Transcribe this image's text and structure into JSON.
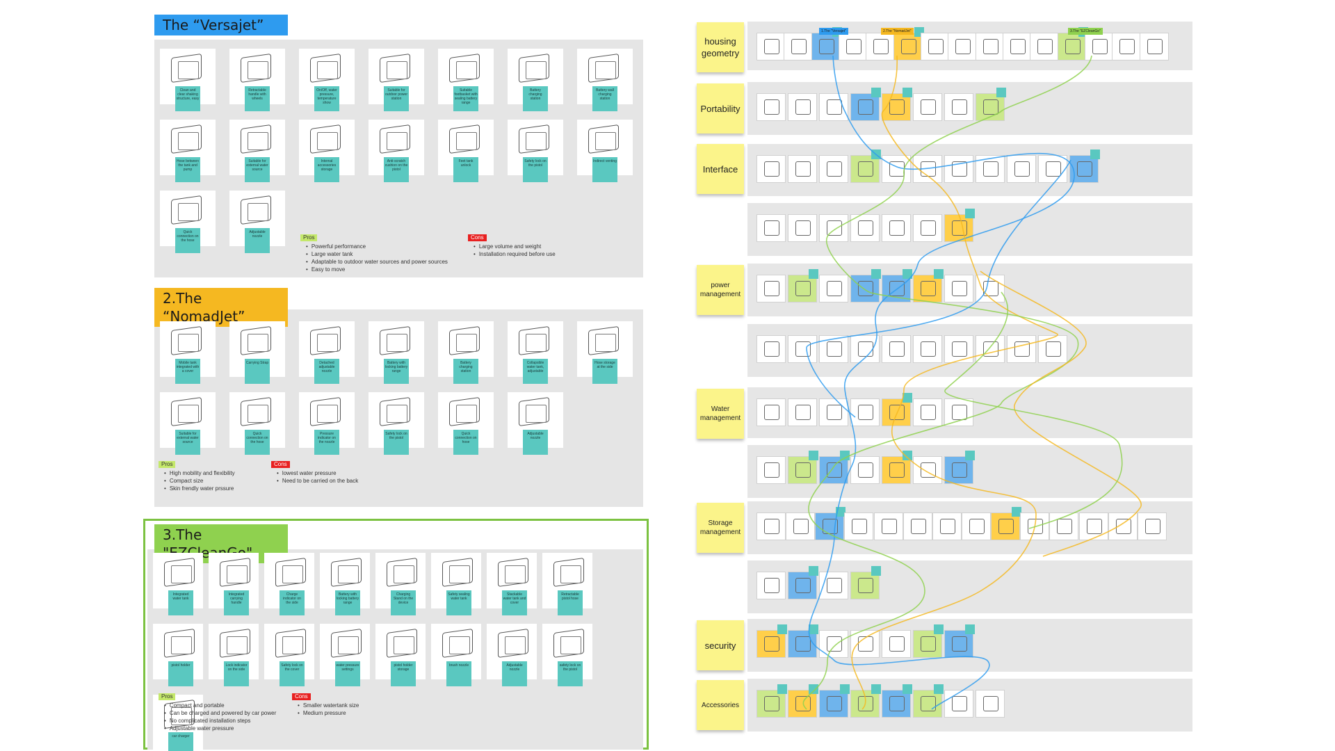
{
  "concepts": [
    {
      "title": "The “Versajet”",
      "color": "#2e9bef",
      "notes": [
        "Clean and clear shaking structure, easy",
        "Retractable handle with wheels",
        "On/Off, water pressure, temperature show",
        "Suitable for outdoor power station",
        "Suitable footbasket with sealing battery range",
        "Battery charging station",
        "Battery wall charging station",
        "Hose between the tank and pump",
        "Suitable for external water source",
        "Internal accessories storage",
        "Anti-scratch cushion on the pistol",
        "Feet tank unlock",
        "Safety lock on the pistol",
        "Indirect venting",
        "Quick connection on the hose",
        "Adjustable nozzle"
      ],
      "pros_label": "Pros",
      "cons_label": "Cons",
      "pros": [
        "Powerful performance",
        "Large water tank",
        "Adaptable to outdoor water sources and power sources",
        "Easy to move"
      ],
      "cons": [
        "Large volume and weight",
        "Installation required before use"
      ]
    },
    {
      "title": "2.The “NomadJet”",
      "color": "#f5b821",
      "notes": [
        "Mobile tank integrated with a cover",
        "Carrying Strap",
        "Detached adjustable nozzle",
        "Battery with locking battery range",
        "Battery charging station",
        "Collapsible water tank, adjustable",
        "Hose storage at the side",
        "Suitable for external water source",
        "Quick connection on the hose",
        "Pressure indicator on the nozzle",
        "Safety lock on the pistol",
        "Quick connection on hose",
        "Adjustable nozzle"
      ],
      "pros_label": "Pros",
      "cons_label": "Cons",
      "pros": [
        "High mobility and flexibility",
        "Compact size",
        "Skin frendly water prssure"
      ],
      "cons": [
        "lowest water pressure",
        "Need to be carried on the back"
      ]
    },
    {
      "title": "3.The \"EZCleanGo\"",
      "color": "#8fd14f",
      "notes": [
        "Integrated water tank",
        "Integrated carrying handle",
        "Charge indicator on the side",
        "Battery with locking battery range",
        "Charging Stand on the device",
        "Safety sealing water tank",
        "Stackable water tank and cover",
        "Retractable pistol hose",
        "pistol holder",
        "Lock indicator on the side",
        "Safety lock on the cover",
        "water pressure settings",
        "pistol holder storage",
        "brush nozzle",
        "Adjustable nozzle",
        "safety lock on the pistol",
        "car charger"
      ],
      "pros_label": "Pros",
      "cons_label": "Cons",
      "pros": [
        "Compact and portable",
        "Can be charged and powered by car power",
        "No complicated installation steps",
        "Adjustable water pressure"
      ],
      "cons": [
        "Smaller watertank size",
        "Medium pressure"
      ]
    }
  ],
  "matrix": {
    "categories": [
      "housing geometry",
      "Portability",
      "Interface",
      "power management",
      "Water management",
      "Storage management",
      "security",
      "Accessories"
    ],
    "header_tags": [
      "1.The \"Versajet\"",
      "2.The \"NomadJet\"",
      "3.The \"EZCleanGo\""
    ]
  },
  "colors": {
    "versajet": "#2e9bef",
    "nomadjet": "#f5b821",
    "ezcleango": "#8fd14f",
    "note": "#5ac8c0",
    "category_note": "#fbf48a"
  }
}
